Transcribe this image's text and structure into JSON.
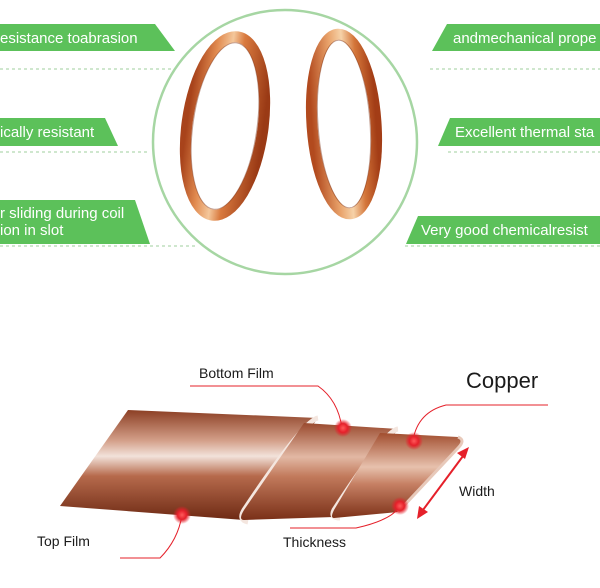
{
  "features_left": [
    {
      "text": "esistance toabrasion"
    },
    {
      "text": "ically resistant"
    },
    {
      "lines": [
        "r sliding during coil",
        "ion in slot"
      ]
    }
  ],
  "features_right": [
    {
      "text": "andmechanical prope"
    },
    {
      "text": "Excellent thermal sta"
    },
    {
      "text": "Very good chemicalresist"
    }
  ],
  "diagram_labels": {
    "bottom_film": "Bottom Film",
    "copper": "Copper",
    "width": "Width",
    "top_film": "Top Film",
    "thickness": "Thickness"
  },
  "colors": {
    "green": "#5cc15a",
    "copper": "#9a4a2e",
    "marker_red": "#e5202a"
  }
}
